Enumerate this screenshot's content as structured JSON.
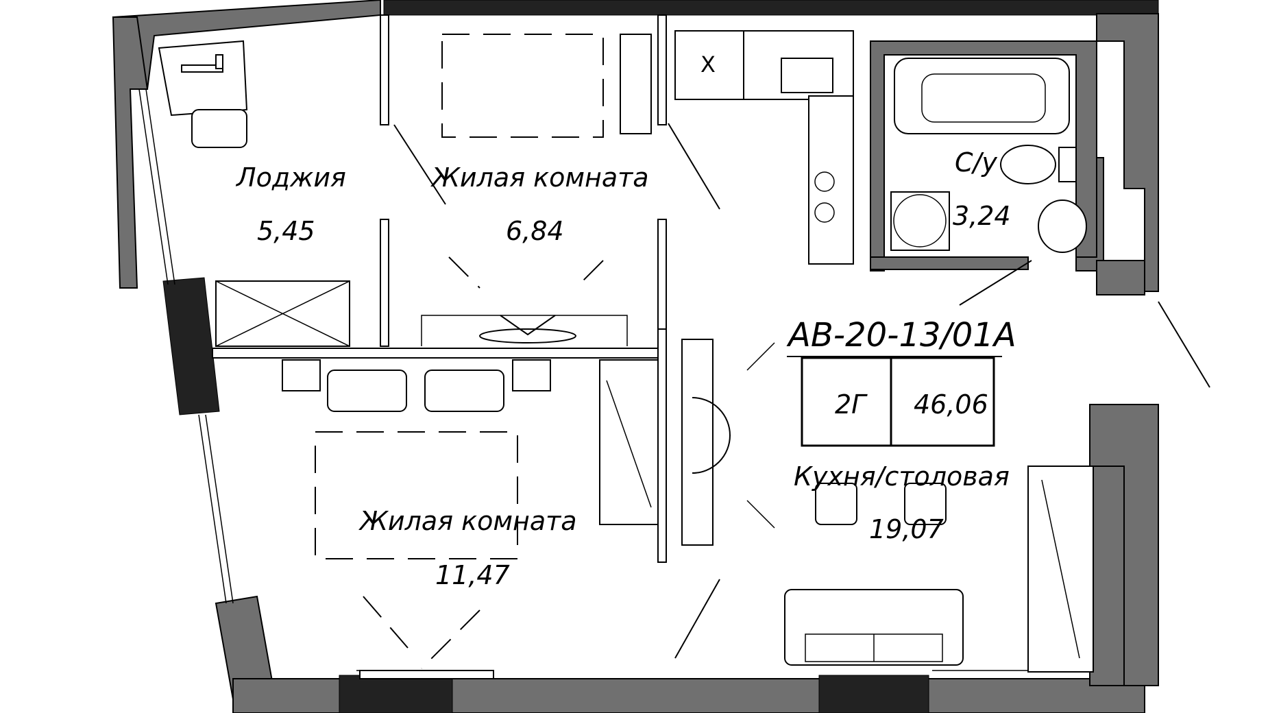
{
  "plan_code": "АВ-20-13/01А",
  "stamp": {
    "rooms_label": "2Г",
    "total_area": "46,06"
  },
  "rooms": [
    {
      "id": "loggia",
      "name": "Лоджия",
      "area": "5,45"
    },
    {
      "id": "bedroom-small",
      "name": "Жилая комната",
      "area": "6,84"
    },
    {
      "id": "bathroom",
      "name": "С/у",
      "area": "3,24"
    },
    {
      "id": "kitchen-dining",
      "name": "Кухня/столовая",
      "area": "19,07"
    },
    {
      "id": "bedroom-large",
      "name": "Жилая комната",
      "area": "11,47"
    }
  ],
  "fixtures": {
    "stove_mark": "X"
  }
}
